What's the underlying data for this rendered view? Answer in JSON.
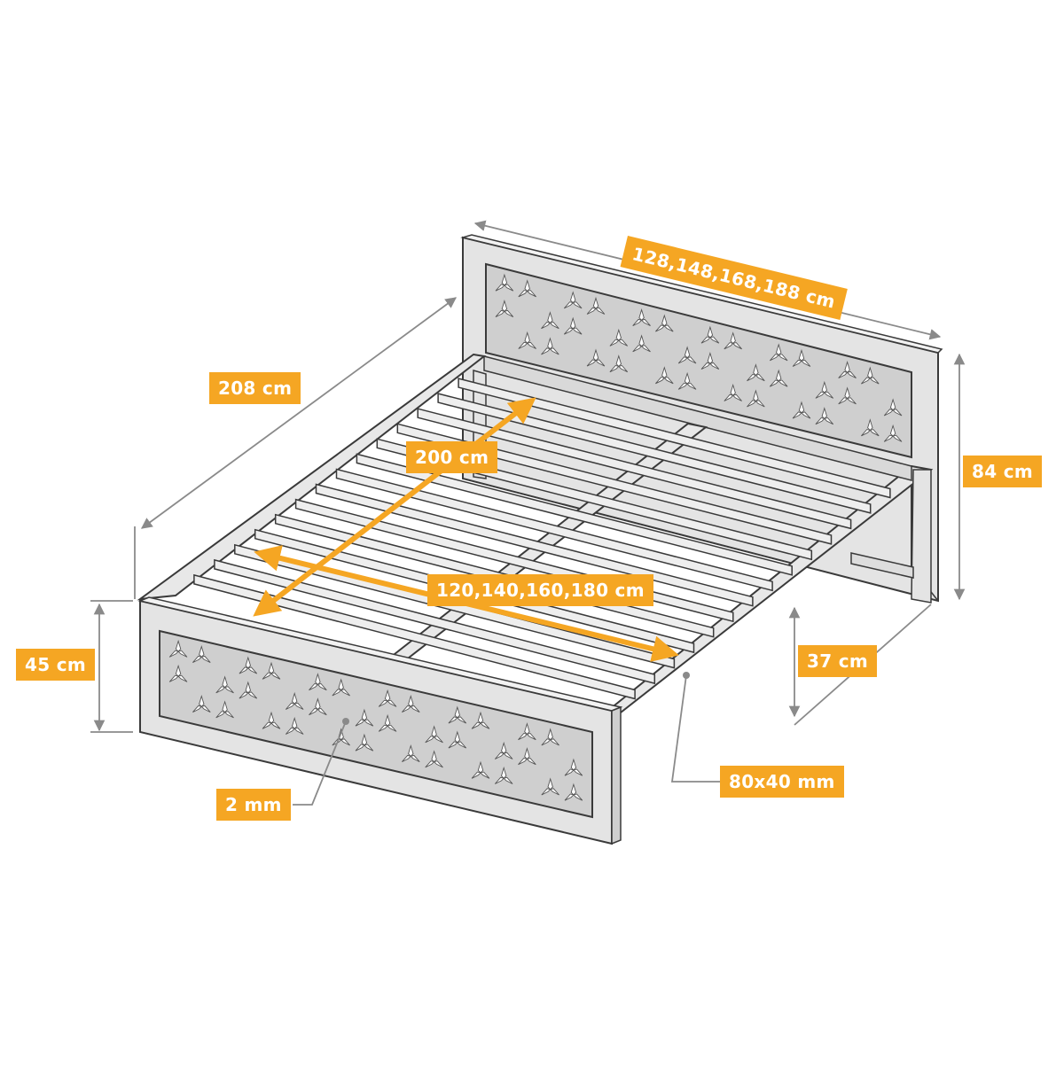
{
  "dimensions": {
    "headboard_width": "128,148,168,188 cm",
    "total_length": "208 cm",
    "inner_length": "200 cm",
    "inner_width": "120,140,160,180 cm",
    "headboard_height": "84 cm",
    "footboard_height": "45 cm",
    "underbed_height": "37 cm",
    "panel_thickness": "2 mm",
    "profile_size": "80x40 mm"
  },
  "colors": {
    "accent": "#f5a623",
    "frame_fill": "#e4e4e4",
    "frame_stroke": "#3a3a3a",
    "dimension_line": "#8a8a8a"
  }
}
